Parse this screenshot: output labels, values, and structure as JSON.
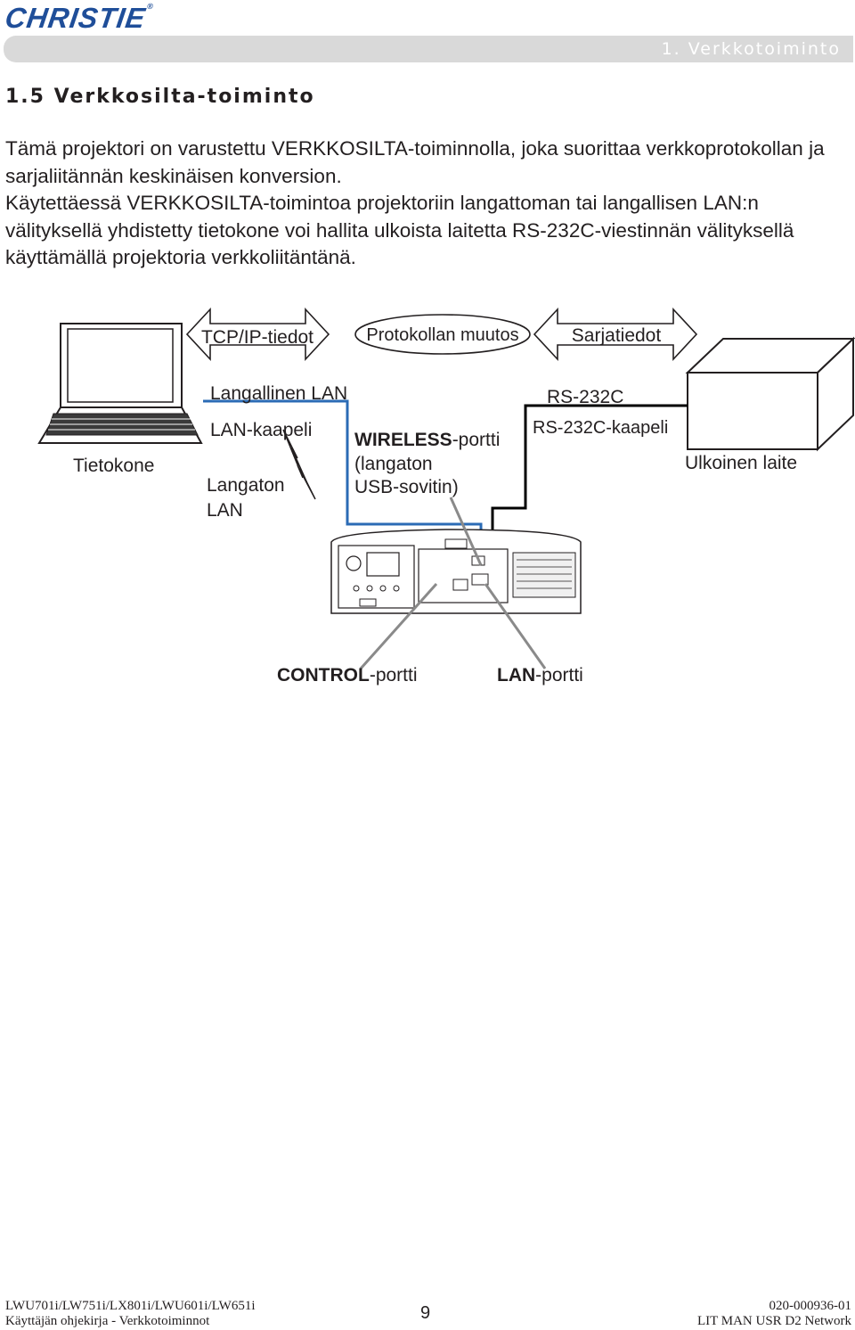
{
  "header": {
    "logo_text": "CHRISTIE",
    "logo_mark": "®",
    "chapter": "1. Verkkotoiminto"
  },
  "section": {
    "title": "1.5 Verkkosilta-toiminto"
  },
  "intro": {
    "paragraph_1": "Tämä projektori on varustettu VERKKOSILTA-toiminnolla, joka suorittaa verkkoprotokollan ja sarjaliitännän keskinäisen konversion.",
    "paragraph_2": "Käytettäessä VERKKOSILTA-toimintoa projektoriin langattoman tai langallisen LAN:n välityksellä yhdistetty tietokone voi hallita ulkoista laitetta RS-232C-viestinnän välityksellä käyttämällä projektoria verkkoliitäntänä."
  },
  "diagram": {
    "tcpip_arrow": "TCP/IP-tiedot",
    "protocol_oval": "Protokollan muutos",
    "serial_arrow": "Sarjatiedot",
    "computer": "Tietokone",
    "wired_lan": "Langallinen LAN",
    "lan_cable": "LAN-kaapeli",
    "wireless_lan_line1": "Langaton",
    "wireless_lan_line2": "LAN",
    "wireless_port_bold": "WIRELESS",
    "wireless_port_rest": "-portti",
    "wireless_port_line2": "(langaton",
    "wireless_port_line3": "USB-sovitin)",
    "rs232c": "RS-232C",
    "rs232c_cable": "RS-232C-kaapeli",
    "external_device": "Ulkoinen laite",
    "control_port_bold": "CONTROL",
    "control_port_rest": "-portti",
    "lan_port_bold": "LAN",
    "lan_port_rest": "-portti",
    "colors": {
      "lan_line": "#2b6bb5",
      "serial_line": "#000000",
      "pointer": "#8a8a8a"
    }
  },
  "footer": {
    "models": "LWU701i/LW751i/LX801i/LWU601i/LW651i",
    "manual": "Käyttäjän ohjekirja - Verkkotoiminnot",
    "page": "9",
    "doc_number": "020-000936-01",
    "doc_code": "LIT MAN USR D2 Network"
  }
}
